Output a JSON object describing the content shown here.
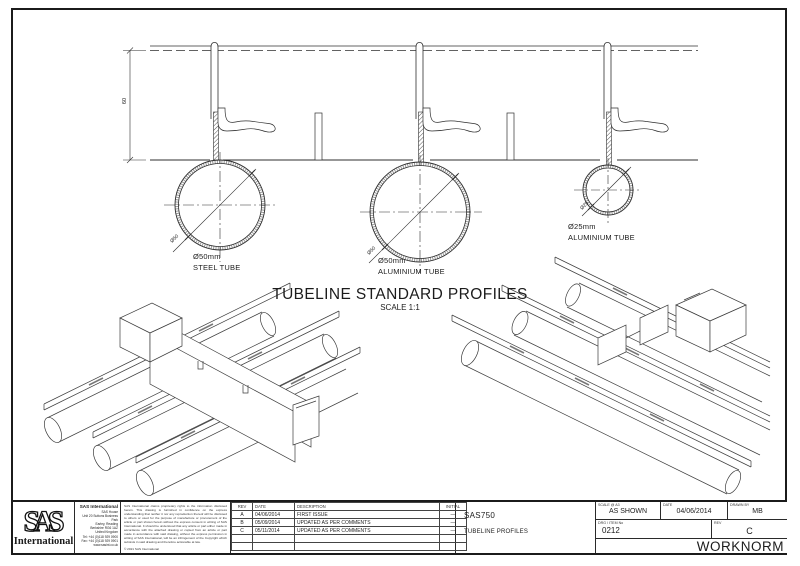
{
  "sheet": {
    "dim60": "60",
    "title": "TUBELINE STANDARD PROFILES",
    "scale_note": "SCALE 1:1",
    "profiles": [
      {
        "dim": "Ø50",
        "size": "Ø50mm",
        "material": "STEEL TUBE"
      },
      {
        "dim": "Ø50",
        "size": "Ø50mm",
        "material": "ALUMINIUM TUBE"
      },
      {
        "dim": "Ø25",
        "size": "Ø25mm",
        "material": "ALUMINIUM TUBE"
      }
    ],
    "title_block": {
      "logo": {
        "text": "SAS",
        "subtext": "International"
      },
      "company": {
        "name": "SAS International",
        "lines": [
          "SAS House",
          "Unit 20 Suttons Business Park",
          "Earley, Reading",
          "Berkshire RG6 1AZ",
          "United Kingdom",
          "Tel: +44 (0)118 929 0900",
          "Fax: +44 (0)118 929 0901",
          "www.sasint.co.uk"
        ]
      },
      "disclaimer": {
        "text": "SAS International claims proprietary rights to the information disclosed herein. This drawing is furnished in confidence on the express understanding that neither it nor any reproduction thereof will be disclosed to others or used for the purpose of manufacture or procurement of the article or part shown herein without the express consent in writing of SAS International. It should be understood that any article or part either made in accordance with the attached drawing or copied from an article or part made in accordance with said drawing, without the express permission in writing of SAS International, will be an infringement of the Copyright which subsists in said drawing and therefore actionable at law.",
        "copyright": "© 2021 SAS International"
      },
      "revisions": {
        "headers": [
          "REV",
          "DATE",
          "DESCRIPTION",
          "INITIAL"
        ],
        "rows": [
          [
            "A",
            "04/06/2014",
            "FIRST ISSUE",
            "—"
          ],
          [
            "B",
            "05/09/2014",
            "UPDATED AS PER COMMENTS",
            "—"
          ],
          [
            "C",
            "05/11/2014",
            "UPDATED AS PER COMMENTS",
            "—"
          ]
        ]
      },
      "product": {
        "code": "SAS750",
        "name": "TUBELINE PROFILES"
      },
      "fields": {
        "scale_label": "SCALE @ A3",
        "scale_value": "AS SHOWN",
        "date_label": "DATE",
        "date_value": "04/06/2014",
        "drawn_label": "DRAWN BY",
        "drawn_value": "MB",
        "drg_label": "DRG / ITEM No",
        "drg_value": "0212",
        "rev_label": "REV",
        "rev_value": "C",
        "norm": "WORKNORM"
      }
    }
  }
}
